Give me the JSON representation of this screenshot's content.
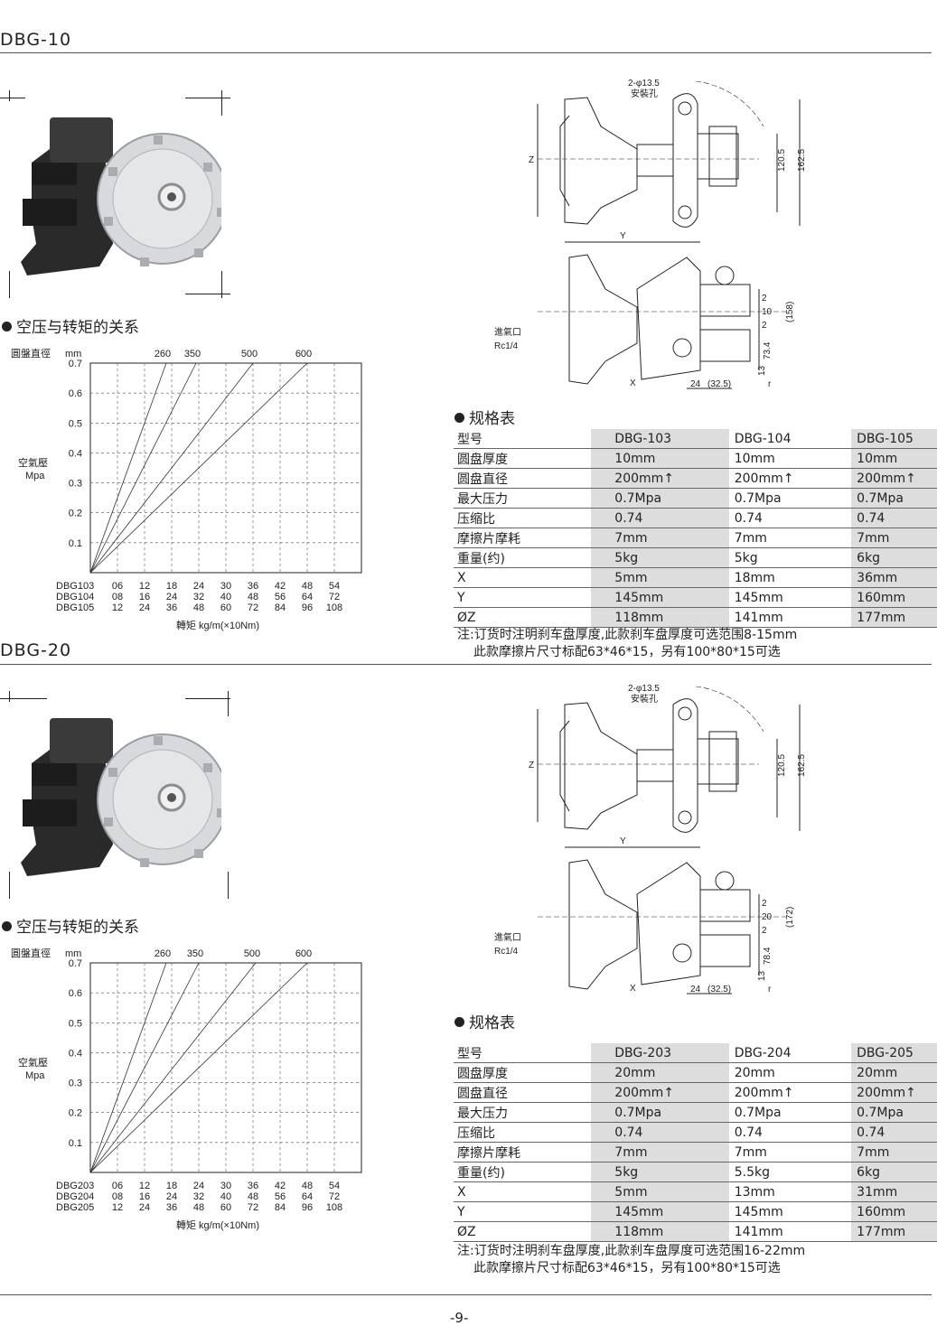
{
  "sections": [
    {
      "model": "DBG-10",
      "chart_heading": "空压与转矩的关系",
      "spec_heading": "规格表",
      "chart_data": {
        "type": "line",
        "title": "",
        "top_axis_label": "圓盤直徑",
        "top_axis_unit": "mm",
        "ylabel": "空氣壓",
        "yunit": "Mpa",
        "xlabel": "轉矩  kg/m(×10Nm)",
        "ylim": [
          0,
          0.7
        ],
        "yticks": [
          "0.7",
          "0.6",
          "0.5",
          "0.4",
          "0.3",
          "0.2",
          "0.1"
        ],
        "xrows": [
          {
            "name": "DBG103",
            "ticks": [
              "06",
              "12",
              "18",
              "24",
              "30",
              "36",
              "42",
              "48",
              "54"
            ]
          },
          {
            "name": "DBG104",
            "ticks": [
              "08",
              "16",
              "24",
              "32",
              "40",
              "48",
              "56",
              "64",
              "72"
            ]
          },
          {
            "name": "DBG105",
            "ticks": [
              "12",
              "24",
              "36",
              "48",
              "60",
              "72",
              "84",
              "96",
              "108"
            ]
          }
        ],
        "series": [
          {
            "name": "260",
            "x_at_top": 2.8
          },
          {
            "name": "350",
            "x_at_top": 3.9
          },
          {
            "name": "500",
            "x_at_top": 6.0
          },
          {
            "name": "600",
            "x_at_top": 8.0
          }
        ]
      },
      "drawing": {
        "hole_label": "2-φ13.5",
        "hole_label2": "安裝孔",
        "z": "Z",
        "y": "Y",
        "x": "X",
        "r": "r",
        "d1": "120.5",
        "d2": "162.5",
        "d3": "(158)",
        "d4": "73.4",
        "d5": "2",
        "d6": "10",
        "d7": "2",
        "d8": "13",
        "d9": "24",
        "d10": "(32.5)",
        "inlet": "進氣口",
        "inlet2": "Rc1/4"
      },
      "spec": {
        "rows": [
          [
            "型号",
            "DBG-103",
            "DBG-104",
            "DBG-105"
          ],
          [
            "圆盘厚度",
            "10mm",
            "10mm",
            "10mm"
          ],
          [
            "圆盘直径",
            "200mm↑",
            "200mm↑",
            "200mm↑"
          ],
          [
            "最大压力",
            "0.7Mpa",
            "0.7Mpa",
            "0.7Mpa"
          ],
          [
            "压缩比",
            "0.74",
            "0.74",
            "0.74"
          ],
          [
            "摩擦片摩耗",
            "7mm",
            "7mm",
            "7mm"
          ],
          [
            "重量(约)",
            "5kg",
            "5kg",
            "6kg"
          ],
          [
            "X",
            "5mm",
            "18mm",
            "36mm"
          ],
          [
            "Y",
            "145mm",
            "145mm",
            "160mm"
          ],
          [
            "ØZ",
            "118mm",
            "141mm",
            "177mm"
          ]
        ],
        "note1": "注:订货时注明刹车盘厚度,此款刹车盘厚度可选范围8-15mm",
        "note2": "此款摩擦片尺寸标配63*46*15，另有100*80*15可选"
      }
    },
    {
      "model": "DBG-20",
      "chart_heading": "空压与转矩的关系",
      "spec_heading": "规格表",
      "chart_data": {
        "type": "line",
        "title": "",
        "top_axis_label": "圓盤直徑",
        "top_axis_unit": "mm",
        "ylabel": "空氣壓",
        "yunit": "Mpa",
        "xlabel": "轉矩  kg/m(×10Nm)",
        "ylim": [
          0,
          0.7
        ],
        "yticks": [
          "0.7",
          "0.6",
          "0.5",
          "0.4",
          "0.3",
          "0.2",
          "0.1"
        ],
        "xrows": [
          {
            "name": "DBG203",
            "ticks": [
              "06",
              "12",
              "18",
              "24",
              "30",
              "36",
              "42",
              "48",
              "54"
            ]
          },
          {
            "name": "DBG204",
            "ticks": [
              "08",
              "16",
              "24",
              "32",
              "40",
              "48",
              "56",
              "64",
              "72"
            ]
          },
          {
            "name": "DBG205",
            "ticks": [
              "12",
              "24",
              "36",
              "48",
              "60",
              "72",
              "84",
              "96",
              "108"
            ]
          }
        ],
        "series": [
          {
            "name": "260",
            "x_at_top": 2.8
          },
          {
            "name": "350",
            "x_at_top": 4.0
          },
          {
            "name": "500",
            "x_at_top": 6.1
          },
          {
            "name": "600",
            "x_at_top": 8.0
          }
        ]
      },
      "drawing": {
        "hole_label": "2-φ13.5",
        "hole_label2": "安裝孔",
        "z": "Z",
        "y": "Y",
        "x": "X",
        "r": "r",
        "d1": "120.5",
        "d2": "162.5",
        "d3": "(172)",
        "d4": "78.4",
        "d5": "2",
        "d6": "20",
        "d7": "2",
        "d8": "13",
        "d9": "24",
        "d10": "(32.5)",
        "inlet": "進氣口",
        "inlet2": "Rc1/4"
      },
      "spec": {
        "rows": [
          [
            "型号",
            "DBG-203",
            "DBG-204",
            "DBG-205"
          ],
          [
            "圆盘厚度",
            "20mm",
            "20mm",
            "20mm"
          ],
          [
            "圆盘直径",
            "200mm↑",
            "200mm↑",
            "200mm↑"
          ],
          [
            "最大压力",
            "0.7Mpa",
            "0.7Mpa",
            "0.7Mpa"
          ],
          [
            "压缩比",
            "0.74",
            "0.74",
            "0.74"
          ],
          [
            "摩擦片摩耗",
            "7mm",
            "7mm",
            "7mm"
          ],
          [
            "重量(约)",
            "5kg",
            "5.5kg",
            "6kg"
          ],
          [
            "X",
            "5mm",
            "13mm",
            "31mm"
          ],
          [
            "Y",
            "145mm",
            "145mm",
            "160mm"
          ],
          [
            "ØZ",
            "118mm",
            "141mm",
            "177mm"
          ]
        ],
        "note1": "注:订货时注明刹车盘厚度,此款刹车盘厚度可选范围16-22mm",
        "note2": "此款摩擦片尺寸标配63*46*15，另有100*80*15可选"
      }
    }
  ],
  "page_number": "-9-"
}
